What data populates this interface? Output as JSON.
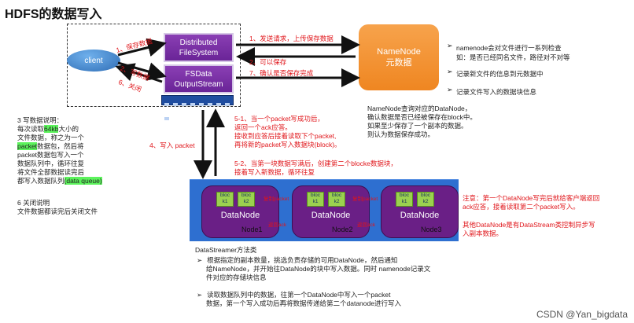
{
  "title": "HDFS的数据写入",
  "client": "client",
  "dfs_box": [
    "Distributed",
    "FileSystem"
  ],
  "fsdata_box": [
    "FSData",
    "OutputStream"
  ],
  "namenode_box": [
    "NameNode",
    "元数据"
  ],
  "left_steps": [
    "1、保存数据",
    "2、写数据",
    "6、关闭"
  ],
  "nn_arrows": [
    "1、发送请求，上传保存数据",
    "2、可以保存",
    "7、确认是否保存完成"
  ],
  "nn_notes": [
    "namenode会对文件进行一系列检查",
    "如：是否已经同名文件，路径对不对等",
    "记录新文件的信息到元数据中",
    "记录文件写入的数据块信息"
  ],
  "nn_reply": [
    "NameNode查询对应的DataNode，",
    "确认数据是否已经被保存在block中。",
    "如果至少保存了一个副本的数据。",
    "则认为数据保存成功。"
  ],
  "step3": {
    "lines": [
      "3 写数据说明：",
      "每次读取",
      "64kb",
      "大小的",
      "文件数据，称之为一个",
      "packet",
      "数据包，然后将",
      "packet数据包写入一个",
      "数据队列中，循环往复",
      "将文件全部数据读完后",
      "都写入数据队列",
      "(data queue)"
    ]
  },
  "step6": [
    "6 关闭说明",
    "文件数据都读完后关闭文件"
  ],
  "write_packet": "4、写入 packet",
  "step51": [
    "5-1、当一个packet写成功后，",
    "返回一个ack应答。",
    "接收到应答后接着读取下个packet,",
    "再将新的packet写入数据块(block)。"
  ],
  "step52": [
    "5-2、当第一块数据写满后，创建第二个blocke数据块，",
    "接着写入新数据，循环往复"
  ],
  "datanodes": [
    {
      "name": "DataNode",
      "label": "Node1",
      "blocks": [
        [
          "bloc",
          "k1"
        ],
        [
          "bloc",
          "k2"
        ]
      ]
    },
    {
      "name": "DataNode",
      "label": "Node2",
      "blocks": [
        [
          "bloc",
          "k1"
        ],
        [
          "bloc",
          "k2"
        ]
      ]
    },
    {
      "name": "DataNode",
      "label": "Node3",
      "blocks": [
        [
          "bloc",
          "k1"
        ],
        [
          "bloc",
          "k2"
        ]
      ]
    }
  ],
  "dn_arrows": [
    "复制packet",
    "返回ack",
    "复制packet",
    "返回ack"
  ],
  "right_notes": [
    "注意：第一个DataNode写完后就给客户端返回",
    "ack应答，接着读取第二个packet写入。",
    "其他DataNode是有DataStream类控制异步写",
    "入副本数据。"
  ],
  "streamer": {
    "title": "DataStreamer方法类",
    "b1": [
      "根据指定的副本数量，挑选负责存储的可用DataNode，然后通知",
      "给NameNode，并开始往DataNode的块中写入数据。同时 namenode记录文",
      "件对应的存储块信息"
    ],
    "b2": [
      "读取数据队列中的数据，往第一个DataNode中写入一个packet",
      "数据，第一个写入成功后再将数据传递给第二个datanode进行写入"
    ]
  },
  "watermark": "CSDN @Yan_bigdata"
}
